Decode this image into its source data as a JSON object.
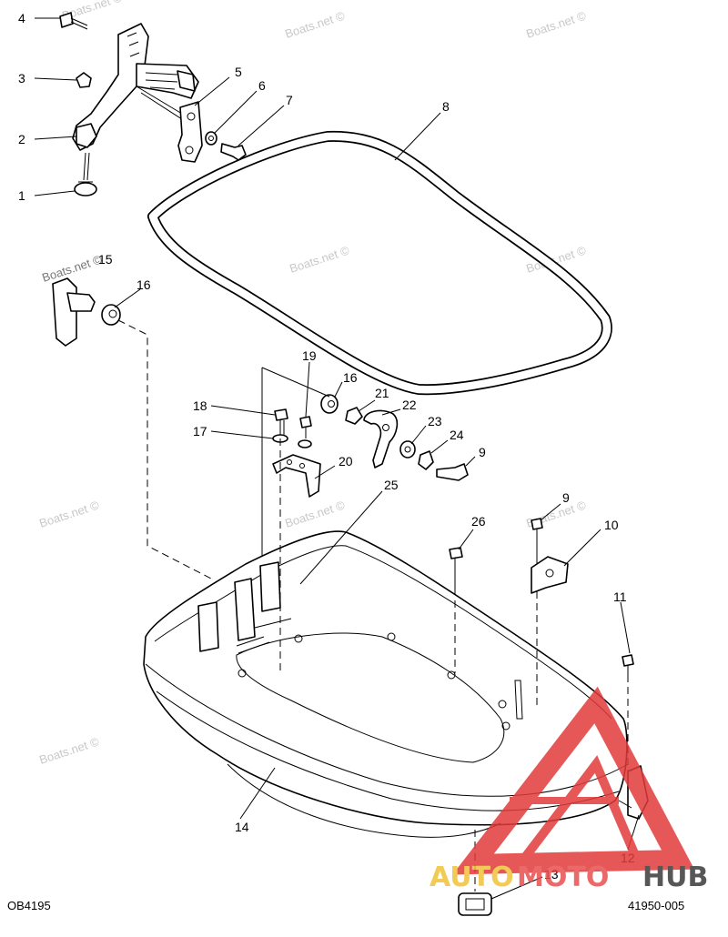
{
  "diagram": {
    "codes": {
      "left": "OB4195",
      "right": "41950-005"
    },
    "watermark": "Boats.net ©",
    "logo": {
      "part1": "AUTO",
      "part2": "MOTO",
      "part3": "HUB",
      "colors": {
        "auto": "#f0c23a",
        "moto": "#e85050",
        "hub": "#3a3a3a",
        "triangle": "#e23b3b"
      }
    },
    "callouts": {
      "c1": "1",
      "c2": "2",
      "c3": "3",
      "c4": "4",
      "c5": "5",
      "c6": "6",
      "c7": "7",
      "c8": "8",
      "c9a": "9",
      "c9b": "9",
      "c10": "10",
      "c11": "11",
      "c12": "12",
      "c13": "13",
      "c14": "14",
      "c15": "15",
      "c16a": "16",
      "c16b": "16",
      "c17": "17",
      "c18": "18",
      "c19": "19",
      "c20": "20",
      "c21": "21",
      "c22": "22",
      "c23": "23",
      "c24": "24",
      "c25": "25",
      "c26": "26"
    }
  }
}
